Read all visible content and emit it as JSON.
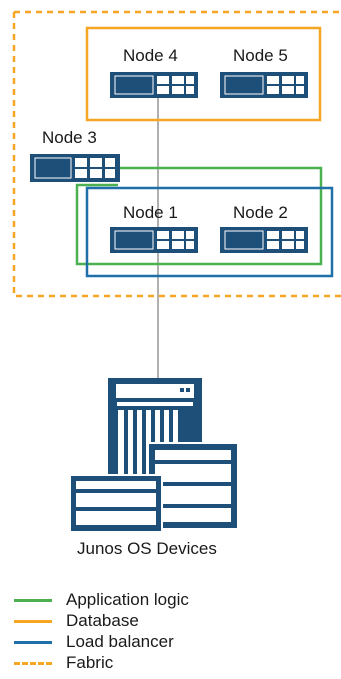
{
  "nodes": {
    "node1": "Node 1",
    "node2": "Node 2",
    "node3": "Node 3",
    "node4": "Node 4",
    "node5": "Node 5"
  },
  "devices_label": "Junos OS Devices",
  "colors": {
    "application_logic": "#4caf50",
    "database": "#f5a623",
    "load_balancer": "#1f6fa8",
    "fabric": "#f5a623",
    "node_fill": "#1d4f79",
    "connector": "#b0b0b0"
  },
  "legend": [
    {
      "label": "Application logic",
      "color": "#4caf50",
      "style": "solid"
    },
    {
      "label": "Database",
      "color": "#f5a623",
      "style": "solid"
    },
    {
      "label": "Load balancer",
      "color": "#1f6fa8",
      "style": "solid"
    },
    {
      "label": "Fabric",
      "color": "#f5a623",
      "style": "dashed"
    }
  ]
}
